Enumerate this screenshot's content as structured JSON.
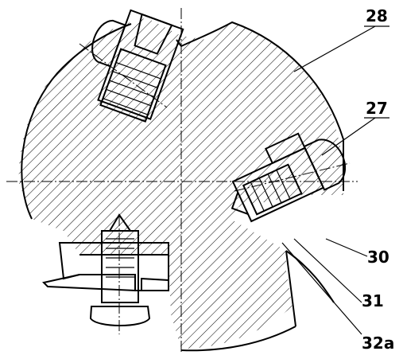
{
  "drawing": {
    "labels": {
      "l28": "28",
      "l27": "27",
      "l30": "30",
      "l31": "31",
      "l32a": "32a"
    }
  }
}
